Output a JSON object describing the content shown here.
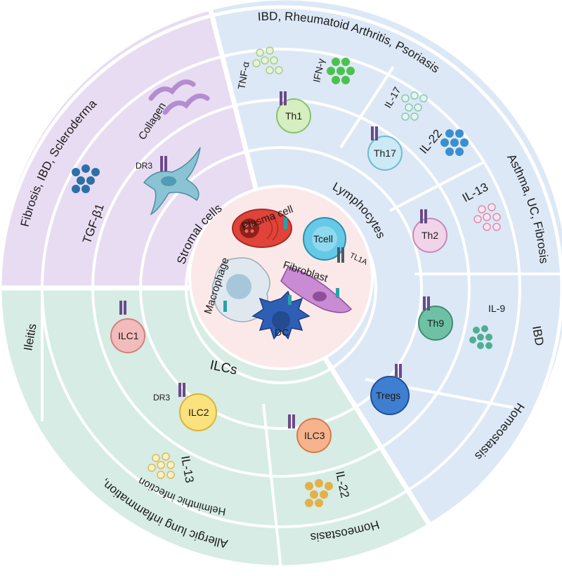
{
  "center": {
    "cells": {
      "plasma": "Plasma cell",
      "tcell": "Tcell",
      "tl1a": "TL1A",
      "macrophage": "Macrophage",
      "fibroblast": "Fibroblast",
      "dc": "DC"
    }
  },
  "inner_ring": {
    "stromal": "Stromal cells",
    "lymphocytes": "Lymphocytes",
    "ilcs": "ILCs"
  },
  "stromal_region": {
    "collagen": "Collagen",
    "dr3": "DR3",
    "tgf": "TGF-β1",
    "disease": "Fibrosis, IBD, Scleroderma"
  },
  "lymph_region": {
    "th1": "Th1",
    "tnf": "TNF-α",
    "ifn": "IFN-γ",
    "th17": "Th17",
    "il17": "IL-17",
    "il22": "IL-22",
    "th2": "Th2",
    "il13": "IL-13",
    "th9": "Th9",
    "il9": "IL-9",
    "tregs": "Tregs",
    "disease_top": "IBD, Rheumatoid Arthritis, Psoriasis",
    "disease_th2": "Asthma, UC, Fibrosis",
    "disease_th9": "IBD",
    "disease_treg": "Homeostasis"
  },
  "ilc_region": {
    "ilc1": "ILC1",
    "ilc2": "ILC2",
    "ilc3": "ILC3",
    "dr3": "DR3",
    "il13": "IL-13",
    "il22": "IL-22",
    "helminth": "Helminthic infection",
    "allergic": "Allergic lung inflammation,",
    "ileitis": "Ileitis",
    "homeostasis": "Homeostasis"
  },
  "colors": {
    "stromal_bg": "#e8dcf2",
    "lymph_bg": "#dce8f6",
    "ilc_bg": "#d6ece4",
    "center_bg": "#fbe9ea"
  }
}
